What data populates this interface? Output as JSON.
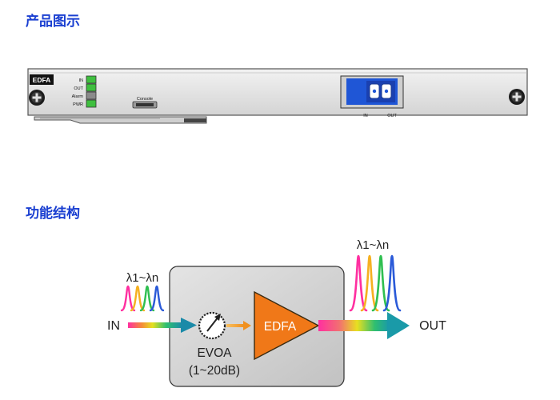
{
  "sections": {
    "product_image_title": "产品图示",
    "function_structure_title": "功能结构"
  },
  "card": {
    "name_label": "EDFA",
    "leds": [
      "IN",
      "OUT",
      "Alarm",
      "PWR"
    ],
    "console_label": "Console",
    "port_in_label": "IN",
    "port_out_label": "OUT"
  },
  "diagram": {
    "input_wavelengths": "λ1~λn",
    "output_wavelengths": "λ1~λn",
    "input_label": "IN",
    "output_label": "OUT",
    "attenuator_label": "EVOA",
    "attenuator_range": "(1~20dB)",
    "amplifier_label": "EDFA"
  },
  "colors": {
    "title_blue": "#1a3fd1",
    "amplifier_orange": "#f07818",
    "led_green": "#3fbf3f",
    "port_blue": "#1f56d6",
    "arrow_teal": "#1e9aa6"
  }
}
